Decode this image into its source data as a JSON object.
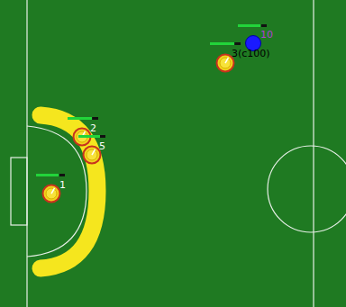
{
  "diagram": {
    "labels": [
      "1",
      "2",
      "5",
      "3(c100)",
      "10"
    ]
  }
}
